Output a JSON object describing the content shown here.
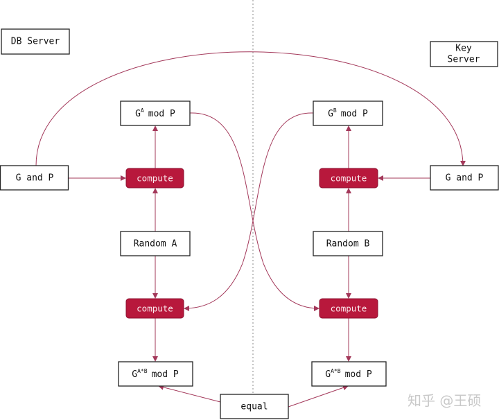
{
  "nodes": {
    "db_server": "DB Server",
    "key_server_line1": "Key",
    "key_server_line2": "Server",
    "g_and_p_left": "G and P",
    "g_and_p_right": "G and P",
    "ga_base": "G",
    "ga_exp": "A",
    "ga_rest": "mod P",
    "gb_base": "G",
    "gb_exp": "B",
    "gb_rest": "mod P",
    "compute": "compute",
    "random_a": "Random A",
    "random_b": "Random B",
    "gab_base": "G",
    "gab_exp": "A*B",
    "gab_rest": "mod P",
    "equal": "equal"
  },
  "watermark": "知乎 @王硕",
  "colors": {
    "compute_fill": "#b8183c",
    "arrow": "#a3385a"
  }
}
